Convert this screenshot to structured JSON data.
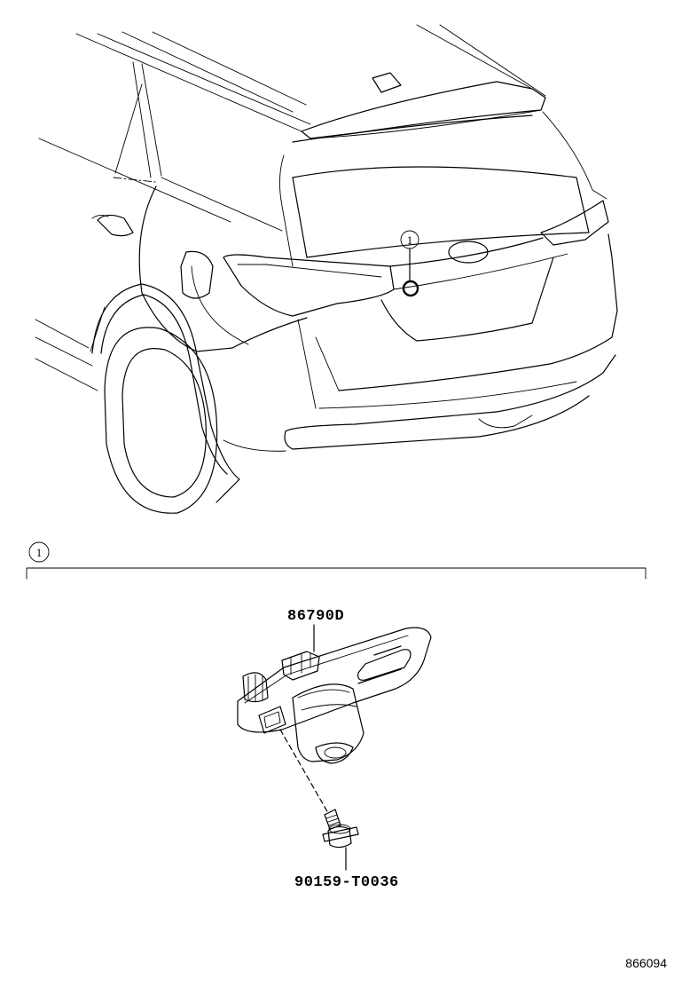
{
  "callout_marker": "1",
  "section_marker": "1",
  "parts": {
    "camera": {
      "part_number": "86790D"
    },
    "screw": {
      "part_number": "90159-T0036"
    }
  },
  "figure_number": "866094"
}
